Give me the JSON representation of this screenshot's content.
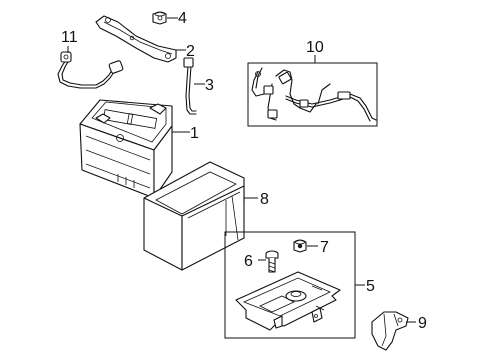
{
  "callouts": {
    "n1": "1",
    "n2": "2",
    "n3": "3",
    "n4": "4",
    "n5": "5",
    "n6": "6",
    "n7": "7",
    "n8": "8",
    "n9": "9",
    "n10": "10",
    "n11": "11"
  }
}
